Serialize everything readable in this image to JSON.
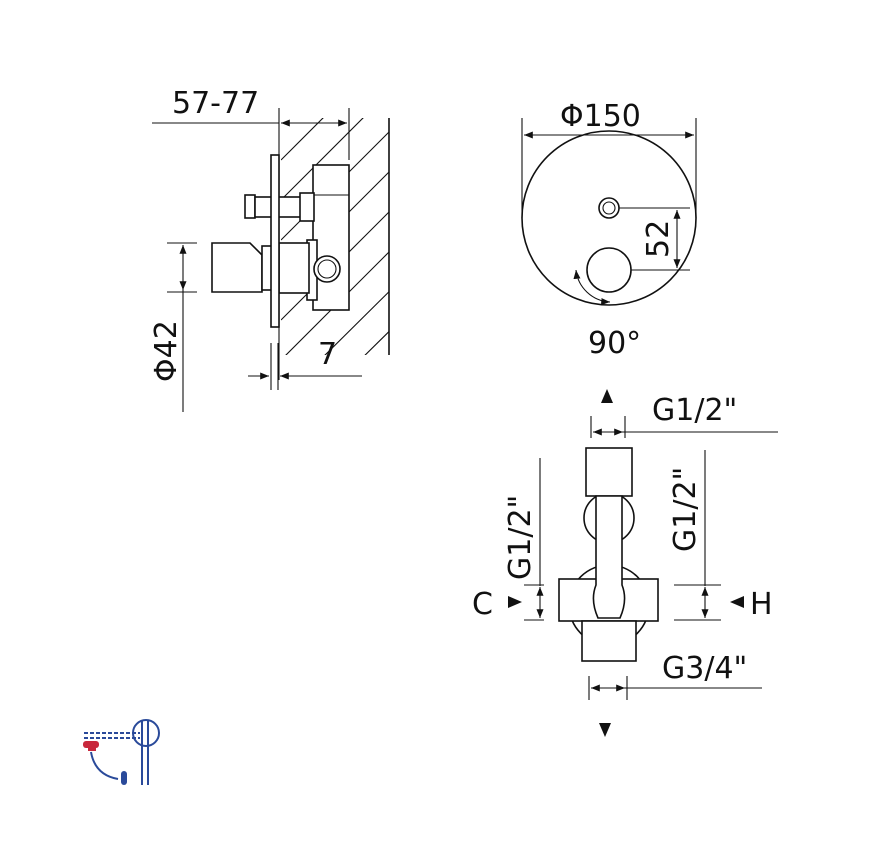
{
  "side_view": {
    "depth_label": "57-77",
    "handle_diameter_label": "Φ42",
    "plate_offset_label": "7"
  },
  "front_view": {
    "plate_diameter_label": "Φ150",
    "spacing_label": "52",
    "rotation_label": "90°"
  },
  "schematic": {
    "top_outlet_label": "G1/2\"",
    "left_inlet_label": "G1/2\"",
    "right_inlet_label": "G1/2\"",
    "cold_label": "C",
    "hot_label": "H",
    "bottom_outlet_label": "G3/4\""
  },
  "colors": {
    "line": "#111111",
    "icon_blue": "#2a4a9a",
    "icon_red": "#c8283c"
  }
}
